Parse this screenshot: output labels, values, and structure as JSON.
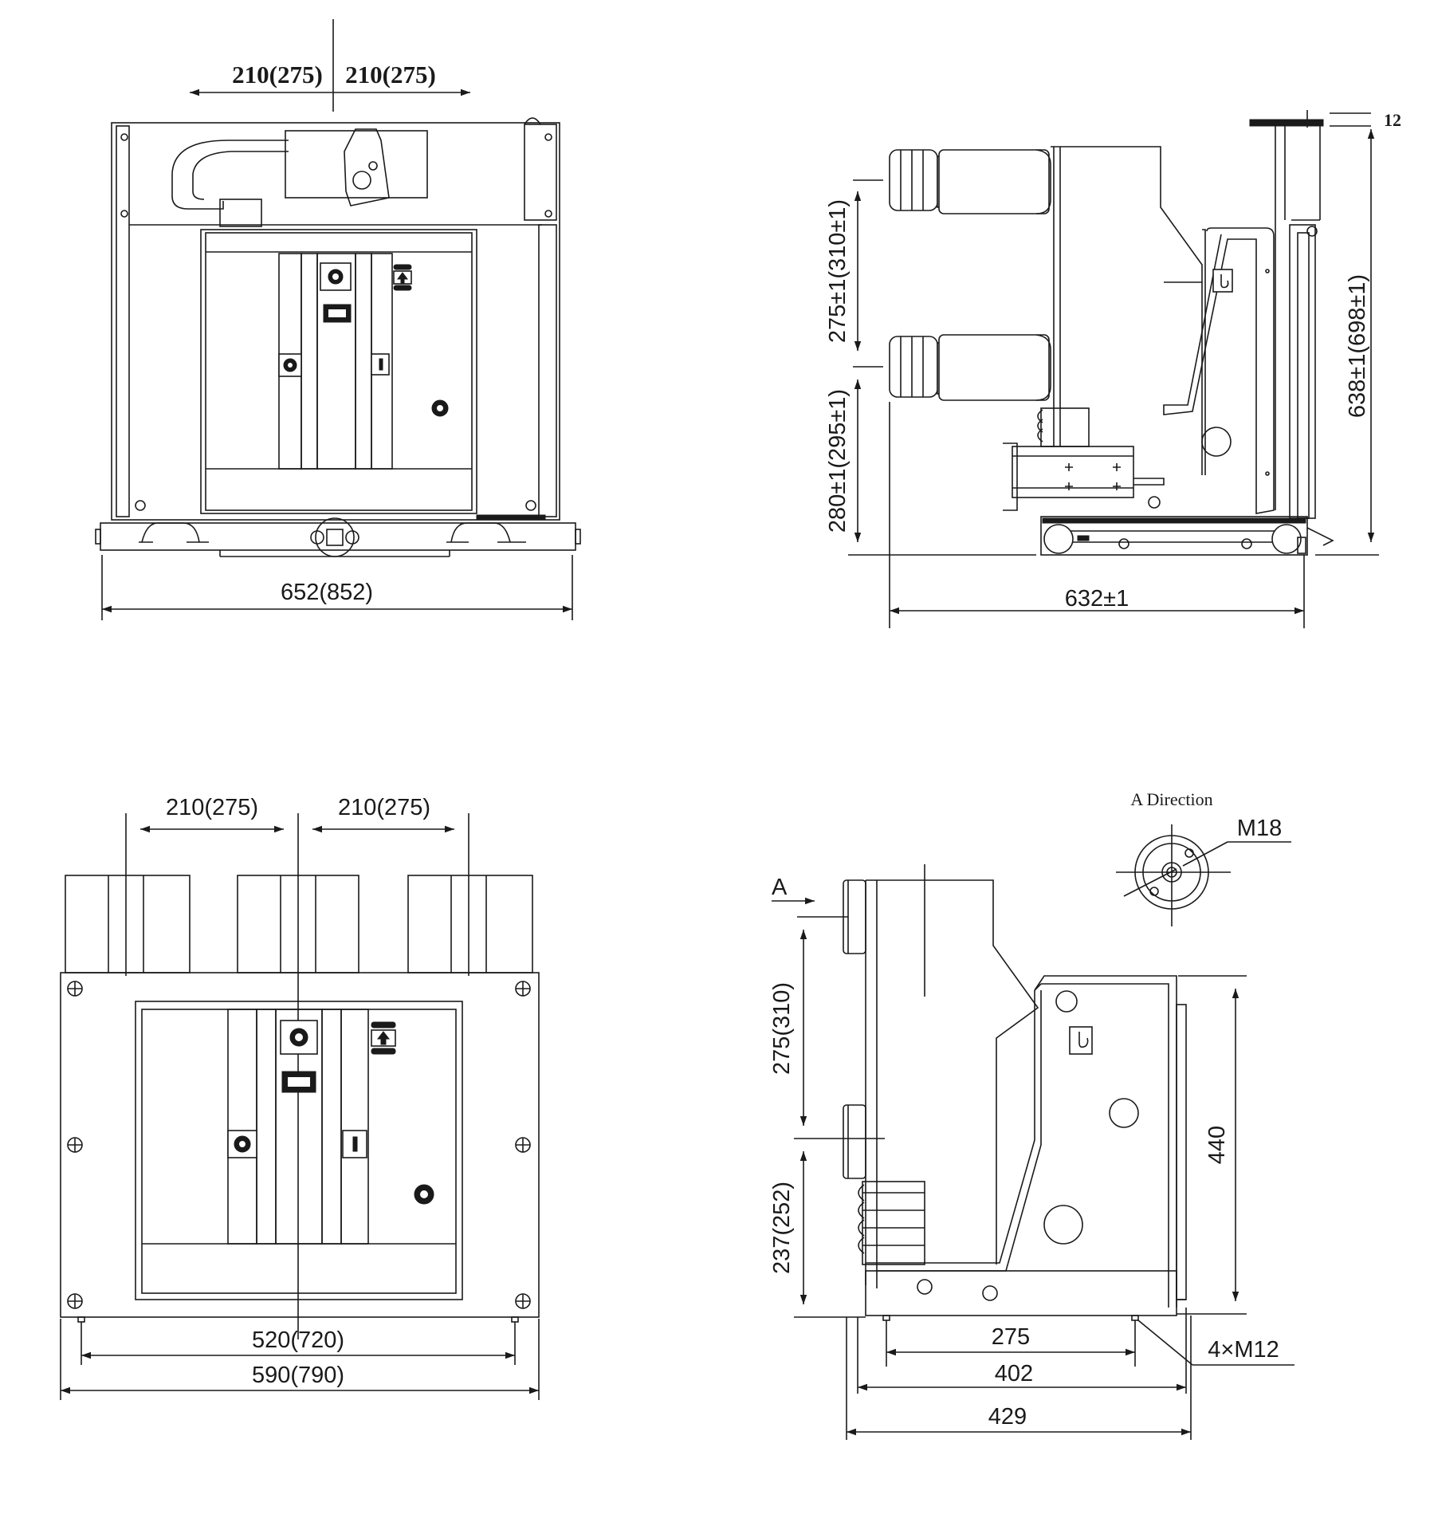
{
  "views": {
    "front_top": {
      "dim_phase_left": "210(275)",
      "dim_phase_right": "210(275)",
      "dim_width": "652(852)"
    },
    "side_top": {
      "dim_top_offset": "12",
      "dim_phase_spacing": "275±1(310±1)",
      "dim_lower_height": "280±1(295±1)",
      "dim_total_height": "638±1(698±1)",
      "dim_depth": "632±1"
    },
    "front_bottom": {
      "dim_phase_left": "210(275)",
      "dim_phase_right": "210(275)",
      "dim_inner_width": "520(720)",
      "dim_outer_width": "590(790)"
    },
    "side_bottom": {
      "arrow_label": "A",
      "detail_title": "A Direction",
      "thread_label": "M18",
      "dim_phase_spacing": "275(310)",
      "dim_lower_height": "237(252)",
      "dim_body_height": "440",
      "dim_mount": "275",
      "dim_mid": "402",
      "dim_overall": "429",
      "bolt_label": "4×M12"
    }
  },
  "colors": {
    "line": "#1a1a1a",
    "background": "#ffffff"
  }
}
